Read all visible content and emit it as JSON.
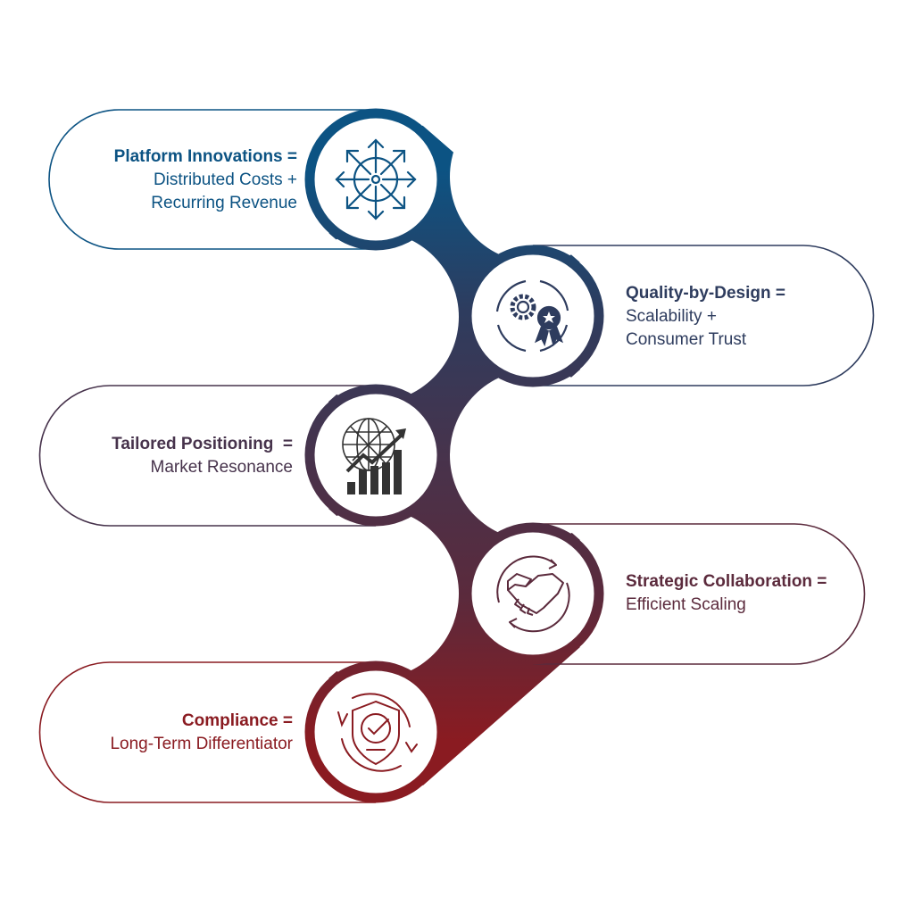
{
  "colors": {
    "c1": "#0c5383",
    "c2": "#2e3c5e",
    "c3": "#47334c",
    "c4": "#5b2a3c",
    "c5": "#8a1b21"
  },
  "steps": [
    {
      "title": "Platform Innovations =",
      "lines": [
        "Distributed Costs +",
        "Recurring Revenue"
      ],
      "icon": "arrows-outward-target-icon"
    },
    {
      "title": "Quality-by-Design =",
      "lines": [
        "Scalability +",
        "Consumer Trust"
      ],
      "icon": "gears-award-cycle-icon"
    },
    {
      "title": "Tailored Positioning  =",
      "lines": [
        "Market Resonance"
      ],
      "icon": "globe-growth-chart-icon"
    },
    {
      "title": "Strategic Collaboration =",
      "lines": [
        "Efficient Scaling"
      ],
      "icon": "handshake-cycle-icon"
    },
    {
      "title": "Compliance =",
      "lines": [
        "Long-Term Differentiator"
      ],
      "icon": "shield-check-cycle-icon"
    }
  ]
}
